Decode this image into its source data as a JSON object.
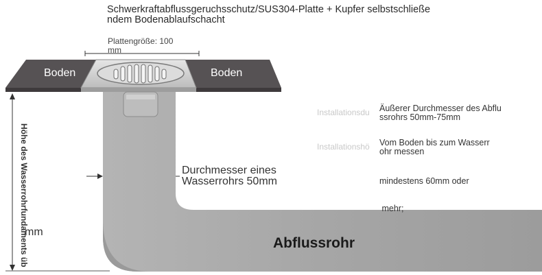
{
  "title": "Schwerkraftabflussgeruchsschutz/SUS304-Platte + Kupfer selbstschließe\nndem Bodenablaufschacht",
  "title_line1": "Schwerkraftabflussgeruchsschutz/SUS304-Platte + Kupfer selbstschließe",
  "title_line2": "ndem Bodenablaufschacht",
  "plate_size_line1": "Plattengröße: 100",
  "plate_size_line2": "mm",
  "floor_left": "Boden",
  "floor_right": "Boden",
  "faint_label_1": "Installationsdu",
  "faint_label_2": "Installationshö",
  "outer_diameter_line1": "Äußerer Durchmesser des Abflu",
  "outer_diameter_line2": "ssrohrs 50mm-75mm",
  "floor_to_water_line1": "Vom Boden bis zum Wasserr",
  "floor_to_water_line2": "ohr messen",
  "minimum_line1": "mindestens 60mm oder",
  "minimum_line2": " mehr;",
  "pipe_diameter_line1": "Durchmesser eines",
  "pipe_diameter_line2": "Wasserrohrs 50mm",
  "height_label": "Höhe des Wasserrohrfundaments üb",
  "height_value": "mm",
  "drain_pipe_label": "Abflussrohr",
  "colors": {
    "floor": "#565254",
    "floor_edge": "#3e3a3c",
    "pipe": "#a9a9a9",
    "grate": "#d4d4d4",
    "arrow": "#333333"
  }
}
